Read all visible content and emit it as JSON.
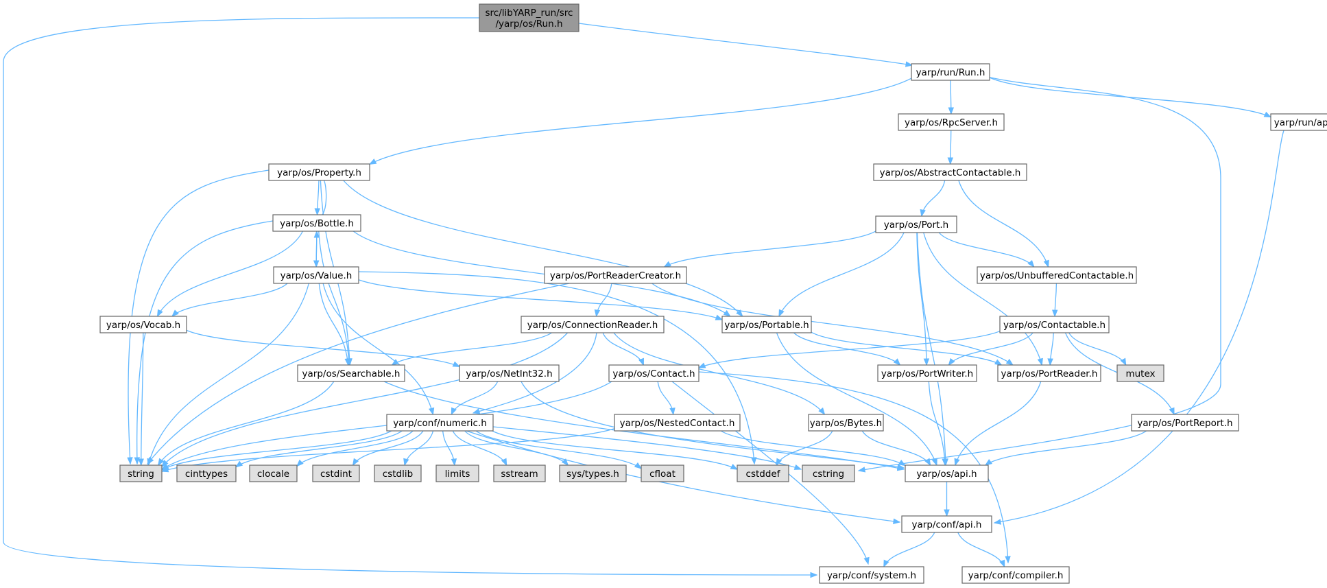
{
  "diagram": {
    "nodes": [
      {
        "id": "run_src",
        "lines": [
          "src/libYARP_run/src",
          "/yarp/os/Run.h"
        ],
        "kind": "root"
      },
      {
        "id": "run_run",
        "lines": [
          "yarp/run/Run.h"
        ],
        "kind": "normal"
      },
      {
        "id": "run_api",
        "lines": [
          "yarp/run/api.h"
        ],
        "kind": "normal"
      },
      {
        "id": "rpcserver",
        "lines": [
          "yarp/os/RpcServer.h"
        ],
        "kind": "normal"
      },
      {
        "id": "abstractcontactable",
        "lines": [
          "yarp/os/AbstractContactable.h"
        ],
        "kind": "normal"
      },
      {
        "id": "port",
        "lines": [
          "yarp/os/Port.h"
        ],
        "kind": "normal"
      },
      {
        "id": "property",
        "lines": [
          "yarp/os/Property.h"
        ],
        "kind": "normal"
      },
      {
        "id": "bottle",
        "lines": [
          "yarp/os/Bottle.h"
        ],
        "kind": "normal"
      },
      {
        "id": "value",
        "lines": [
          "yarp/os/Value.h"
        ],
        "kind": "normal"
      },
      {
        "id": "vocab",
        "lines": [
          "yarp/os/Vocab.h"
        ],
        "kind": "normal"
      },
      {
        "id": "portreadercreator",
        "lines": [
          "yarp/os/PortReaderCreator.h"
        ],
        "kind": "normal"
      },
      {
        "id": "unbufferedcontactable",
        "lines": [
          "yarp/os/UnbufferedContactable.h"
        ],
        "kind": "normal"
      },
      {
        "id": "connectionreader",
        "lines": [
          "yarp/os/ConnectionReader.h"
        ],
        "kind": "normal"
      },
      {
        "id": "portable",
        "lines": [
          "yarp/os/Portable.h"
        ],
        "kind": "normal"
      },
      {
        "id": "contactable",
        "lines": [
          "yarp/os/Contactable.h"
        ],
        "kind": "normal"
      },
      {
        "id": "searchable",
        "lines": [
          "yarp/os/Searchable.h"
        ],
        "kind": "normal"
      },
      {
        "id": "netint32",
        "lines": [
          "yarp/os/NetInt32.h"
        ],
        "kind": "normal"
      },
      {
        "id": "contact",
        "lines": [
          "yarp/os/Contact.h"
        ],
        "kind": "normal"
      },
      {
        "id": "portwriter",
        "lines": [
          "yarp/os/PortWriter.h"
        ],
        "kind": "normal"
      },
      {
        "id": "portreader",
        "lines": [
          "yarp/os/PortReader.h"
        ],
        "kind": "normal"
      },
      {
        "id": "mutex",
        "lines": [
          "mutex"
        ],
        "kind": "system"
      },
      {
        "id": "numeric",
        "lines": [
          "yarp/conf/numeric.h"
        ],
        "kind": "normal"
      },
      {
        "id": "nestedcontact",
        "lines": [
          "yarp/os/NestedContact.h"
        ],
        "kind": "normal"
      },
      {
        "id": "bytes",
        "lines": [
          "yarp/os/Bytes.h"
        ],
        "kind": "normal"
      },
      {
        "id": "portreport",
        "lines": [
          "yarp/os/PortReport.h"
        ],
        "kind": "normal"
      },
      {
        "id": "string",
        "lines": [
          "string"
        ],
        "kind": "system"
      },
      {
        "id": "cinttypes",
        "lines": [
          "cinttypes"
        ],
        "kind": "system"
      },
      {
        "id": "clocale",
        "lines": [
          "clocale"
        ],
        "kind": "system"
      },
      {
        "id": "cstdint",
        "lines": [
          "cstdint"
        ],
        "kind": "system"
      },
      {
        "id": "cstdlib",
        "lines": [
          "cstdlib"
        ],
        "kind": "system"
      },
      {
        "id": "limits",
        "lines": [
          "limits"
        ],
        "kind": "system"
      },
      {
        "id": "sstream",
        "lines": [
          "sstream"
        ],
        "kind": "system"
      },
      {
        "id": "systypes",
        "lines": [
          "sys/types.h"
        ],
        "kind": "system"
      },
      {
        "id": "cfloat",
        "lines": [
          "cfloat"
        ],
        "kind": "system"
      },
      {
        "id": "cstddef",
        "lines": [
          "cstddef"
        ],
        "kind": "system"
      },
      {
        "id": "cstring",
        "lines": [
          "cstring"
        ],
        "kind": "system"
      },
      {
        "id": "os_api",
        "lines": [
          "yarp/os/api.h"
        ],
        "kind": "normal"
      },
      {
        "id": "conf_api",
        "lines": [
          "yarp/conf/api.h"
        ],
        "kind": "normal"
      },
      {
        "id": "conf_system",
        "lines": [
          "yarp/conf/system.h"
        ],
        "kind": "normal"
      },
      {
        "id": "conf_compiler",
        "lines": [
          "yarp/conf/compiler.h"
        ],
        "kind": "normal"
      }
    ],
    "edges": [
      [
        "run_src",
        "run_run"
      ],
      [
        "run_src",
        "conf_system"
      ],
      [
        "run_run",
        "property"
      ],
      [
        "run_run",
        "rpcserver"
      ],
      [
        "run_run",
        "run_api"
      ],
      [
        "run_run",
        "cstring"
      ],
      [
        "run_api",
        "conf_api"
      ],
      [
        "rpcserver",
        "abstractcontactable"
      ],
      [
        "abstractcontactable",
        "port"
      ],
      [
        "abstractcontactable",
        "unbufferedcontactable"
      ],
      [
        "port",
        "portreadercreator"
      ],
      [
        "port",
        "unbufferedcontactable"
      ],
      [
        "port",
        "portable"
      ],
      [
        "port",
        "portwriter"
      ],
      [
        "port",
        "portreader"
      ],
      [
        "port",
        "os_api"
      ],
      [
        "property",
        "bottle"
      ],
      [
        "property",
        "searchable"
      ],
      [
        "property",
        "portable"
      ],
      [
        "property",
        "string"
      ],
      [
        "bottle",
        "property"
      ],
      [
        "bottle",
        "value"
      ],
      [
        "bottle",
        "vocab"
      ],
      [
        "bottle",
        "searchable"
      ],
      [
        "bottle",
        "portable"
      ],
      [
        "bottle",
        "string"
      ],
      [
        "value",
        "bottle"
      ],
      [
        "value",
        "vocab"
      ],
      [
        "value",
        "searchable"
      ],
      [
        "value",
        "portable"
      ],
      [
        "value",
        "numeric"
      ],
      [
        "value",
        "cstddef"
      ],
      [
        "value",
        "string"
      ],
      [
        "vocab",
        "netint32"
      ],
      [
        "vocab",
        "string"
      ],
      [
        "portreadercreator",
        "connectionreader"
      ],
      [
        "portreadercreator",
        "portreader"
      ],
      [
        "portreadercreator",
        "string"
      ],
      [
        "unbufferedcontactable",
        "contactable"
      ],
      [
        "connectionreader",
        "searchable"
      ],
      [
        "connectionreader",
        "contact"
      ],
      [
        "connectionreader",
        "bytes"
      ],
      [
        "connectionreader",
        "numeric"
      ],
      [
        "connectionreader",
        "string"
      ],
      [
        "portable",
        "portwriter"
      ],
      [
        "portable",
        "portreader"
      ],
      [
        "portable",
        "os_api"
      ],
      [
        "contactable",
        "contact"
      ],
      [
        "contactable",
        "portwriter"
      ],
      [
        "contactable",
        "portreader"
      ],
      [
        "contactable",
        "mutex"
      ],
      [
        "contactable",
        "portreport"
      ],
      [
        "searchable",
        "string"
      ],
      [
        "searchable",
        "os_api"
      ],
      [
        "netint32",
        "numeric"
      ],
      [
        "netint32",
        "os_api"
      ],
      [
        "contact",
        "nestedcontact"
      ],
      [
        "contact",
        "string"
      ],
      [
        "contact",
        "conf_system"
      ],
      [
        "contact",
        "conf_compiler"
      ],
      [
        "portwriter",
        "os_api"
      ],
      [
        "portreader",
        "os_api"
      ],
      [
        "portreport",
        "os_api"
      ],
      [
        "numeric",
        "string"
      ],
      [
        "numeric",
        "cinttypes"
      ],
      [
        "numeric",
        "clocale"
      ],
      [
        "numeric",
        "cstdint"
      ],
      [
        "numeric",
        "cstdlib"
      ],
      [
        "numeric",
        "limits"
      ],
      [
        "numeric",
        "sstream"
      ],
      [
        "numeric",
        "systypes"
      ],
      [
        "numeric",
        "cfloat"
      ],
      [
        "numeric",
        "cstddef"
      ],
      [
        "numeric",
        "cstring"
      ],
      [
        "numeric",
        "conf_api"
      ],
      [
        "nestedcontact",
        "string"
      ],
      [
        "nestedcontact",
        "os_api"
      ],
      [
        "bytes",
        "cstddef"
      ],
      [
        "bytes",
        "os_api"
      ],
      [
        "os_api",
        "conf_api"
      ],
      [
        "conf_api",
        "conf_system"
      ],
      [
        "conf_api",
        "conf_compiler"
      ]
    ],
    "colors": {
      "edge": "#63b8ff",
      "node_fill": "#ffffff",
      "root_fill": "#999999",
      "system_fill": "#e0e0e0",
      "border": "#666666"
    }
  }
}
